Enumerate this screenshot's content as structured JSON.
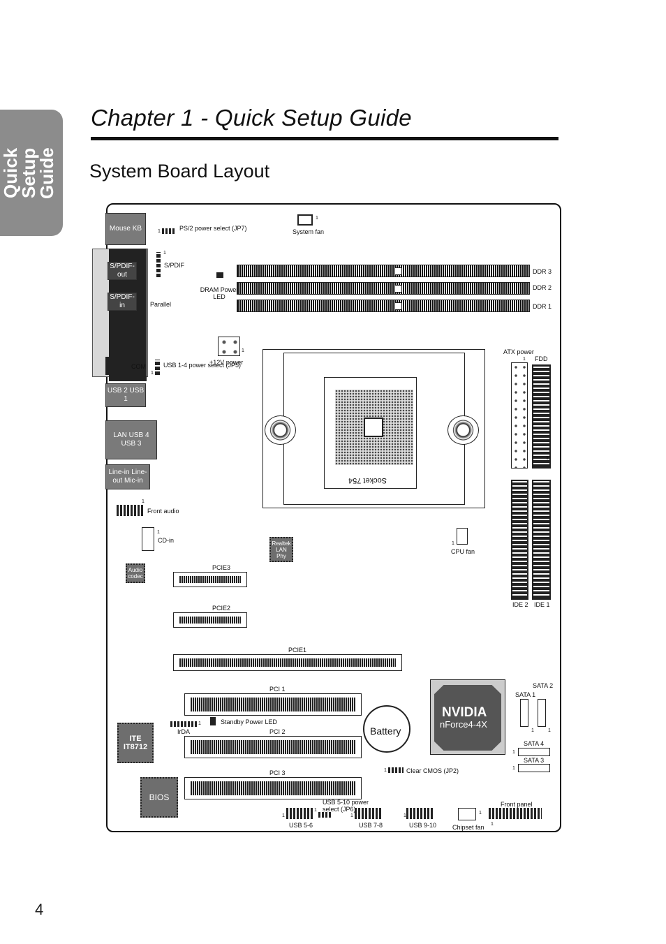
{
  "sidebar": {
    "tab_label": "Quick Setup Guide"
  },
  "header": {
    "chapter_title": "Chapter 1 - Quick Setup Guide",
    "section_title": "System Board Layout"
  },
  "footer": {
    "page_number": "4"
  },
  "board": {
    "ports": {
      "mouse_kb": "Mouse KB",
      "spdif_out": "S/PDIF-out",
      "spdif_in": "S/PDIF-in",
      "usb21": "USB 2 USB 1",
      "lan": "LAN USB 4 USB 3",
      "audio": "Line-in Line-out Mic-in"
    },
    "labels": {
      "ps2_power": "PS/2 power select (JP7)",
      "system_fan": "System fan",
      "spdif": "S/PDIF",
      "parallel": "Parallel",
      "dram_led": "DRAM Power LED",
      "ddr3": "DDR 3",
      "ddr2": "DDR 2",
      "ddr1": "DDR 1",
      "plus12v": "+12V power",
      "com": "COM",
      "usb14_power": "USB 1-4 power select (JP5)",
      "atx_power": "ATX power",
      "fdd": "FDD",
      "socket": "Socket 754",
      "front_audio": "Front audio",
      "cd_in": "CD-in",
      "realtek": "Realtek LAN Phy",
      "cpu_fan": "CPU fan",
      "audio_codec": "Audio codec",
      "pcie3": "PCIE3",
      "pcie2": "PCIE2",
      "pcie1": "PCIE1",
      "ide2": "IDE 2",
      "ide1": "IDE 1",
      "pci1": "PCI 1",
      "pci2": "PCI 2",
      "pci3": "PCI 3",
      "standby_led": "Standby Power LED",
      "irda": "IrDA",
      "ite": "ITE IT8712",
      "battery": "Battery",
      "nvidia": "NVIDIA",
      "nforce": "nForce4-4X",
      "sata1": "SATA 1",
      "sata2": "SATA 2",
      "sata3": "SATA 3",
      "sata4": "SATA 4",
      "clear_cmos": "Clear CMOS (JP2)",
      "bios": "BIOS",
      "usb510_power": "USB 5-10 power select (JP6)",
      "usb56": "USB 5-6",
      "usb78": "USB 7-8",
      "usb910": "USB 9-10",
      "chipset_fan": "Chipset fan",
      "front_panel": "Front panel",
      "pin1": "1"
    }
  }
}
